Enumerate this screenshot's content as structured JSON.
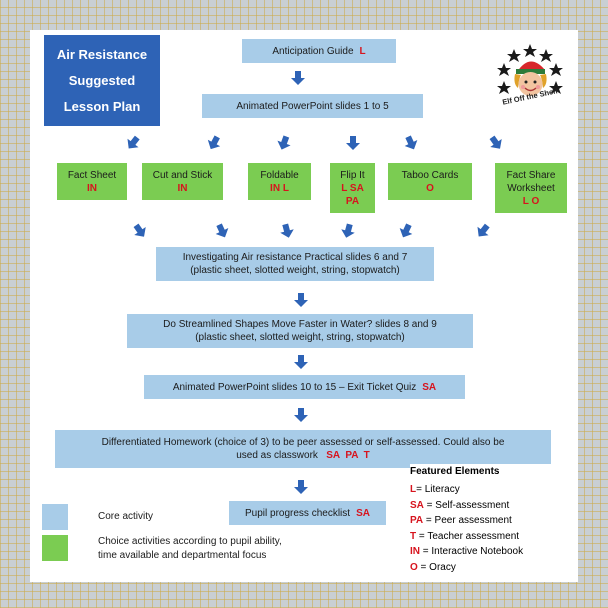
{
  "title": {
    "line1": "Air Resistance",
    "line2": "Suggested",
    "line3": "Lesson Plan"
  },
  "logo": {
    "text": "Elf Off the Shelf",
    "icon": "elf-face-with-stars-icon"
  },
  "core": {
    "anticipation": {
      "text": "Anticipation Guide",
      "codes": "L"
    },
    "slides_1_5": {
      "text": "Animated PowerPoint slides 1 to 5"
    },
    "investigating": {
      "line1": "Investigating Air resistance Practical slides 6 and 7",
      "line2": "(plastic sheet, slotted weight, string, stopwatch)"
    },
    "streamlined": {
      "line1": "Do Streamlined Shapes Move Faster in Water? slides 8 and 9",
      "line2": "(plastic sheet, slotted weight, string, stopwatch)"
    },
    "slides_10_15": {
      "text": "Animated PowerPoint slides 10 to 15  – Exit Ticket Quiz",
      "codes": "SA"
    },
    "homework": {
      "line1": "Differentiated Homework (choice of 3) to be peer assessed or self-assessed. Could also be",
      "line2": "used as classwork",
      "codes": "SA  PA  T"
    },
    "checklist": {
      "text": "Pupil progress checklist",
      "codes": "SA"
    }
  },
  "choices": [
    {
      "line1": "Fact Sheet",
      "line2": "",
      "codes": "IN",
      "codes2": ""
    },
    {
      "line1": "Cut and Stick",
      "line2": "",
      "codes": "IN",
      "codes2": ""
    },
    {
      "line1": "Foldable",
      "line2": "",
      "codes": "IN L",
      "codes2": ""
    },
    {
      "line1": "Flip It",
      "line2": "",
      "codes": "L SA",
      "codes2": "PA"
    },
    {
      "line1": "Taboo Cards",
      "line2": "",
      "codes": "O",
      "codes2": ""
    },
    {
      "line1": "Fact Share",
      "line2": "Worksheet",
      "codes": "L O",
      "codes2": ""
    }
  ],
  "legend": {
    "core_label": "Core activity",
    "choice_line1": "Choice activities according to pupil ability,",
    "choice_line2": "time available and departmental focus"
  },
  "featured": {
    "title": "Featured Elements",
    "items": [
      {
        "code": "L",
        "desc": "= Literacy"
      },
      {
        "code": "SA",
        "desc": " = Self-assessment"
      },
      {
        "code": "PA",
        "desc": " = Peer assessment"
      },
      {
        "code": "T",
        "desc": " = Teacher assessment"
      },
      {
        "code": "IN",
        "desc": " = Interactive Notebook"
      },
      {
        "code": "O",
        "desc": " = Oracy"
      }
    ]
  },
  "colors": {
    "core": "#a8cce8",
    "choice": "#7bcc52",
    "title_bg": "#2e63b6",
    "arrow": "#2e63b6",
    "code_red": "#d7141e"
  }
}
